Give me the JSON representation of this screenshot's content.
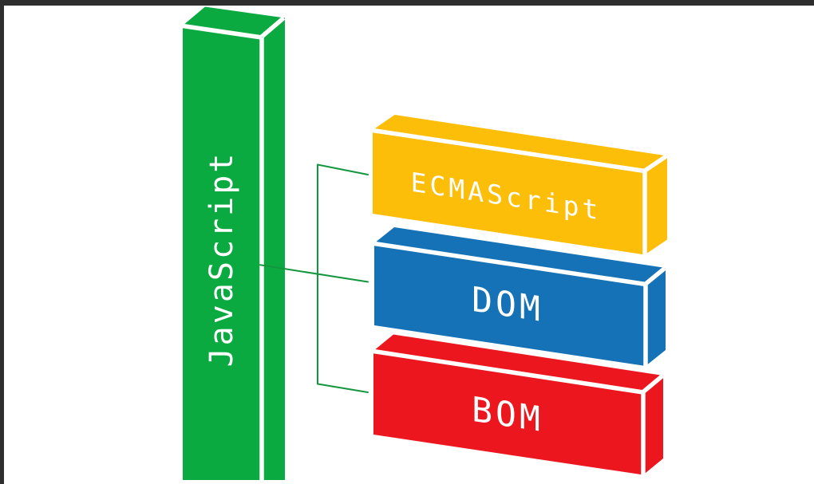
{
  "diagram": {
    "background_color": "#ffffff",
    "frame_color": "#2e2e2e",
    "connector_color": "#14963f",
    "label_color": "#ffffff",
    "root": {
      "label": "JavaScript",
      "color": "#0baa41"
    },
    "children": [
      {
        "label": "ECMAScript",
        "color": "#fcbe08"
      },
      {
        "label": "DOM",
        "color": "#1572b6"
      },
      {
        "label": "BOM",
        "color": "#ec161f"
      }
    ]
  }
}
